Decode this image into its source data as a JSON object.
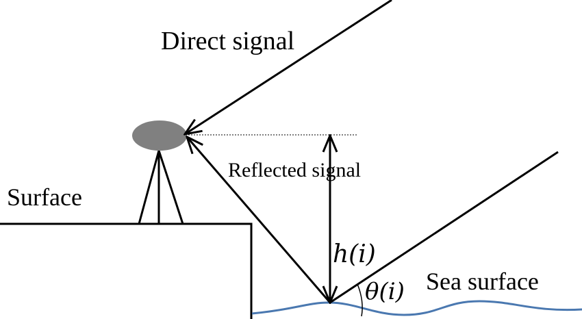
{
  "labels": {
    "direct_signal": "Direct signal",
    "reflected_signal": "Reflected signal",
    "surface": "Surface",
    "sea_surface": "Sea surface",
    "height": "h(i)",
    "angle": "θ(i)"
  },
  "colors": {
    "line": "#000000",
    "antenna": "#808080",
    "sea": "#4a78b0",
    "background": "#ffffff"
  },
  "icons": {
    "antenna": "antenna-icon"
  }
}
